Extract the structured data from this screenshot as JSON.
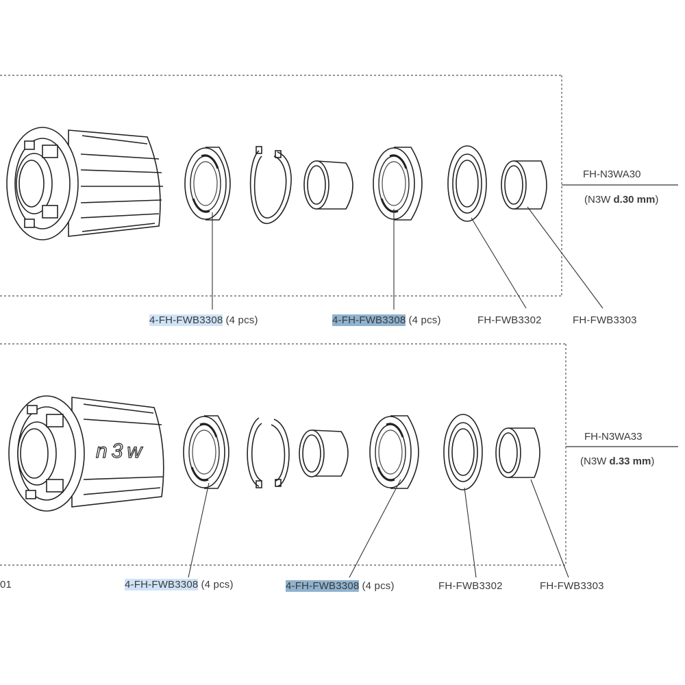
{
  "panels": [
    {
      "model": "FH-N3WA30",
      "spec_prefix": "(N3W ",
      "spec_bold": "d.30 mm",
      "spec_suffix": ")",
      "parts": [
        {
          "code": "4-FH-FWB3308",
          "qty": "(4 pcs)",
          "highlight": "light"
        },
        {
          "code": "4-FH-FWB3308",
          "qty": "(4 pcs)",
          "highlight": "dark"
        },
        {
          "code": "FH-FWB3302",
          "qty": "",
          "highlight": "none"
        },
        {
          "code": "FH-FWB3303",
          "qty": "",
          "highlight": "none"
        }
      ]
    },
    {
      "model": "FH-N3WA33",
      "spec_prefix": "(N3W ",
      "spec_bold": "d.33 mm",
      "spec_suffix": ")",
      "left_cut_label": "01",
      "parts": [
        {
          "code": "4-FH-FWB3308",
          "qty": "(4 pcs)",
          "highlight": "light"
        },
        {
          "code": "4-FH-FWB3308",
          "qty": "(4 pcs)",
          "highlight": "dark"
        },
        {
          "code": "FH-FWB3302",
          "qty": "",
          "highlight": "none"
        },
        {
          "code": "FH-FWB3303",
          "qty": "",
          "highlight": "none"
        }
      ]
    }
  ],
  "body_engraving": "n3w"
}
